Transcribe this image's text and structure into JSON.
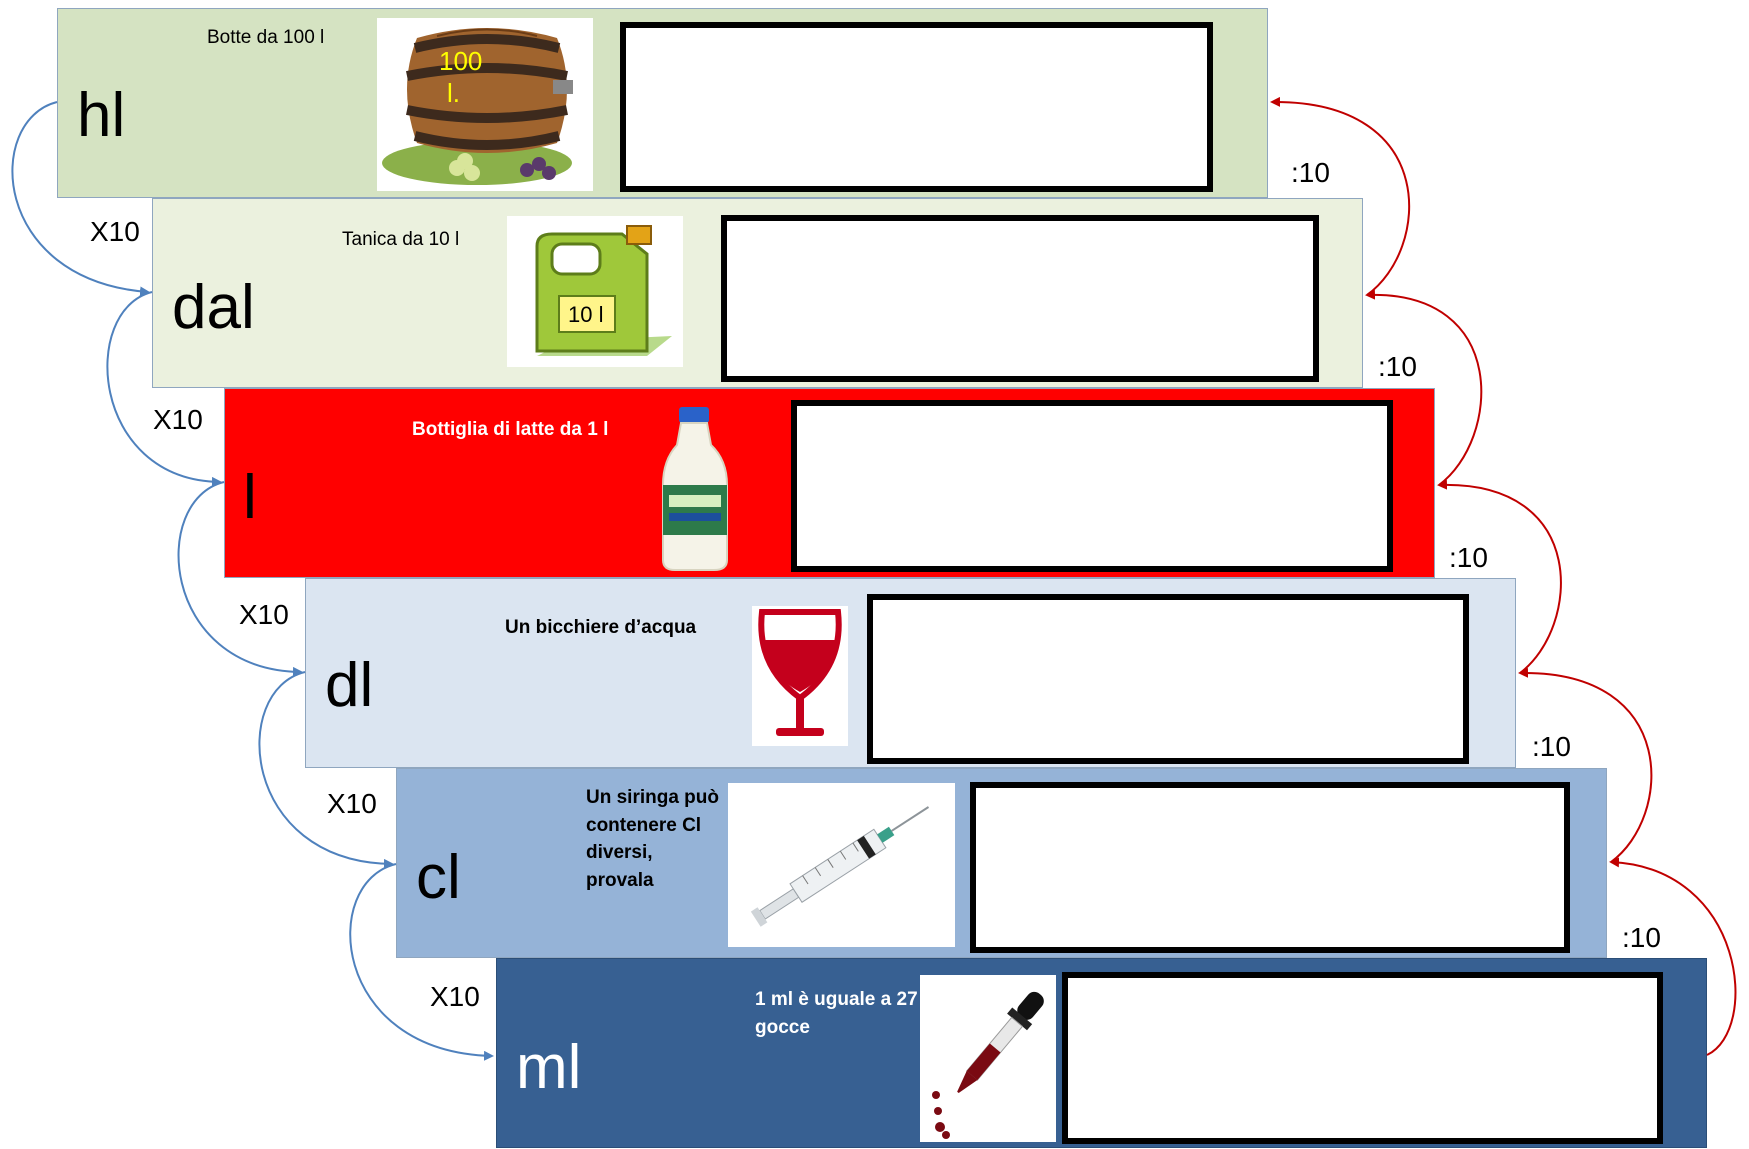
{
  "steps": [
    {
      "unit": "hl",
      "description": "Botte da 100 l",
      "image": "barrel-icon",
      "image_text": "100 l.",
      "color": "#d5e3c2",
      "text_color": "#000000"
    },
    {
      "unit": "dal",
      "description": "Tanica da 10 l",
      "image": "jerrycan-icon",
      "image_text": "10 l",
      "color": "#ebf1de",
      "text_color": "#000000"
    },
    {
      "unit": "l",
      "description": "Bottiglia di latte da 1 l",
      "image": "milk-bottle-icon",
      "color": "#ff0000",
      "text_color": "#ffffff"
    },
    {
      "unit": "dl",
      "description": "Un bicchiere d’acqua",
      "image": "wine-glass-icon",
      "color": "#dbe5f1",
      "text_color": "#000000"
    },
    {
      "unit": "cl",
      "description": "Un siringa può contenere Cl diversi, provala",
      "image": "syringe-icon",
      "color": "#95b3d7",
      "text_color": "#000000"
    },
    {
      "unit": "ml",
      "description": "1 ml è uguale a 27 gocce",
      "image": "dropper-icon",
      "color": "#376092",
      "text_color": "#ffffff"
    }
  ],
  "multiply_label": "X10",
  "divide_label": ":10",
  "colors": {
    "multiply_arrow": "#4f81bd",
    "divide_arrow": "#c00000"
  }
}
